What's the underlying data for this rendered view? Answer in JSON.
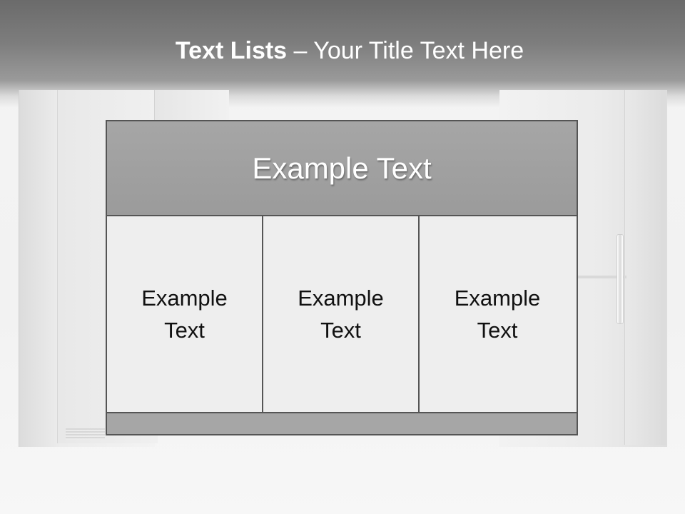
{
  "slide": {
    "title_bold": "Text Lists",
    "title_rest": "– Your Title Text Here",
    "header_text": "Example Text",
    "columns": [
      {
        "text": "Example Text"
      },
      {
        "text": "Example Text"
      },
      {
        "text": "Example Text"
      }
    ]
  },
  "colors": {
    "header_band": "#6b6b6b",
    "panel_header": "#a6a6a6",
    "panel_body": "#eeeeee",
    "border": "#555555"
  }
}
